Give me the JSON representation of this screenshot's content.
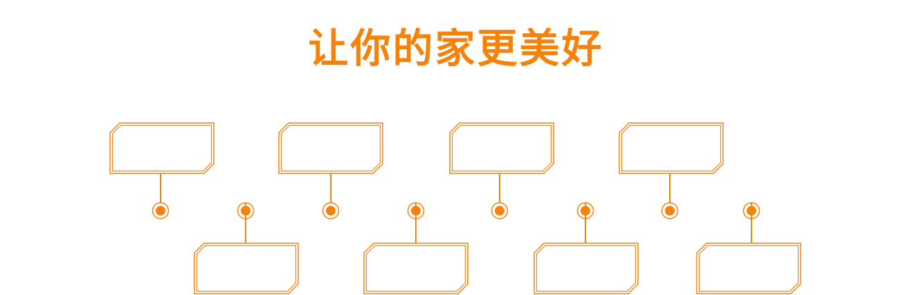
{
  "title": "让你的家更美好",
  "colors": {
    "accent": "#F5820A",
    "stroke": "#F5820A",
    "background": "#FFFFFF"
  },
  "diagram": {
    "kind": "alternating-timeline",
    "node_count": 8,
    "nodes": [
      {
        "position": "above",
        "text": ""
      },
      {
        "position": "below",
        "text": ""
      },
      {
        "position": "above",
        "text": ""
      },
      {
        "position": "below",
        "text": ""
      },
      {
        "position": "above",
        "text": ""
      },
      {
        "position": "below",
        "text": ""
      },
      {
        "position": "above",
        "text": ""
      },
      {
        "position": "below",
        "text": ""
      }
    ]
  }
}
